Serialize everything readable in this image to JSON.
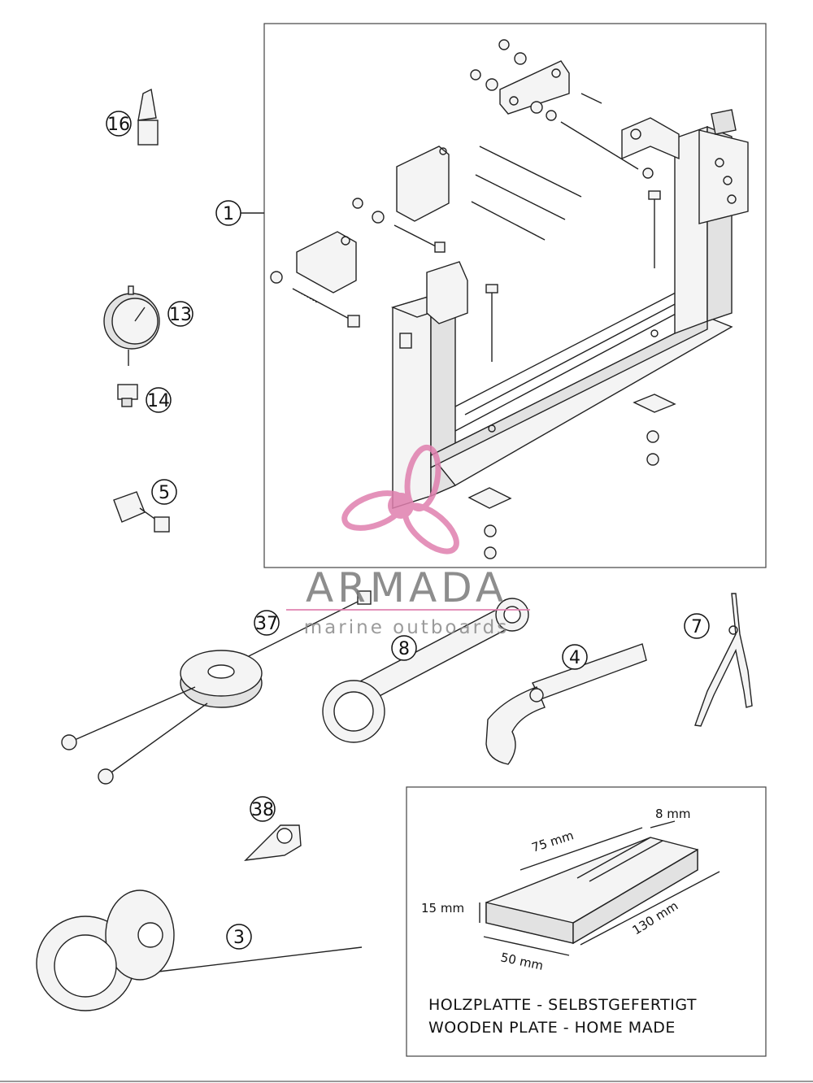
{
  "callouts": {
    "c1": "1",
    "c3": "3",
    "c4": "4",
    "c5": "5",
    "c7": "7",
    "c8": "8",
    "c13": "13",
    "c14": "14",
    "c16": "16",
    "c37": "37",
    "c38": "38"
  },
  "watermark": {
    "brand": "ARMADA",
    "tagline": "marine outboards",
    "accent_color": "#e07fae"
  },
  "wooden_plate": {
    "dim_length": "130 mm",
    "dim_width": "50 mm",
    "dim_thickness": "15 mm",
    "dim_offset": "75 mm",
    "dim_groove": "8 mm",
    "caption_de": "HOLZPLATTE - SELBSTGEFERTIGT",
    "caption_en": "WOODEN PLATE - HOME MADE"
  }
}
